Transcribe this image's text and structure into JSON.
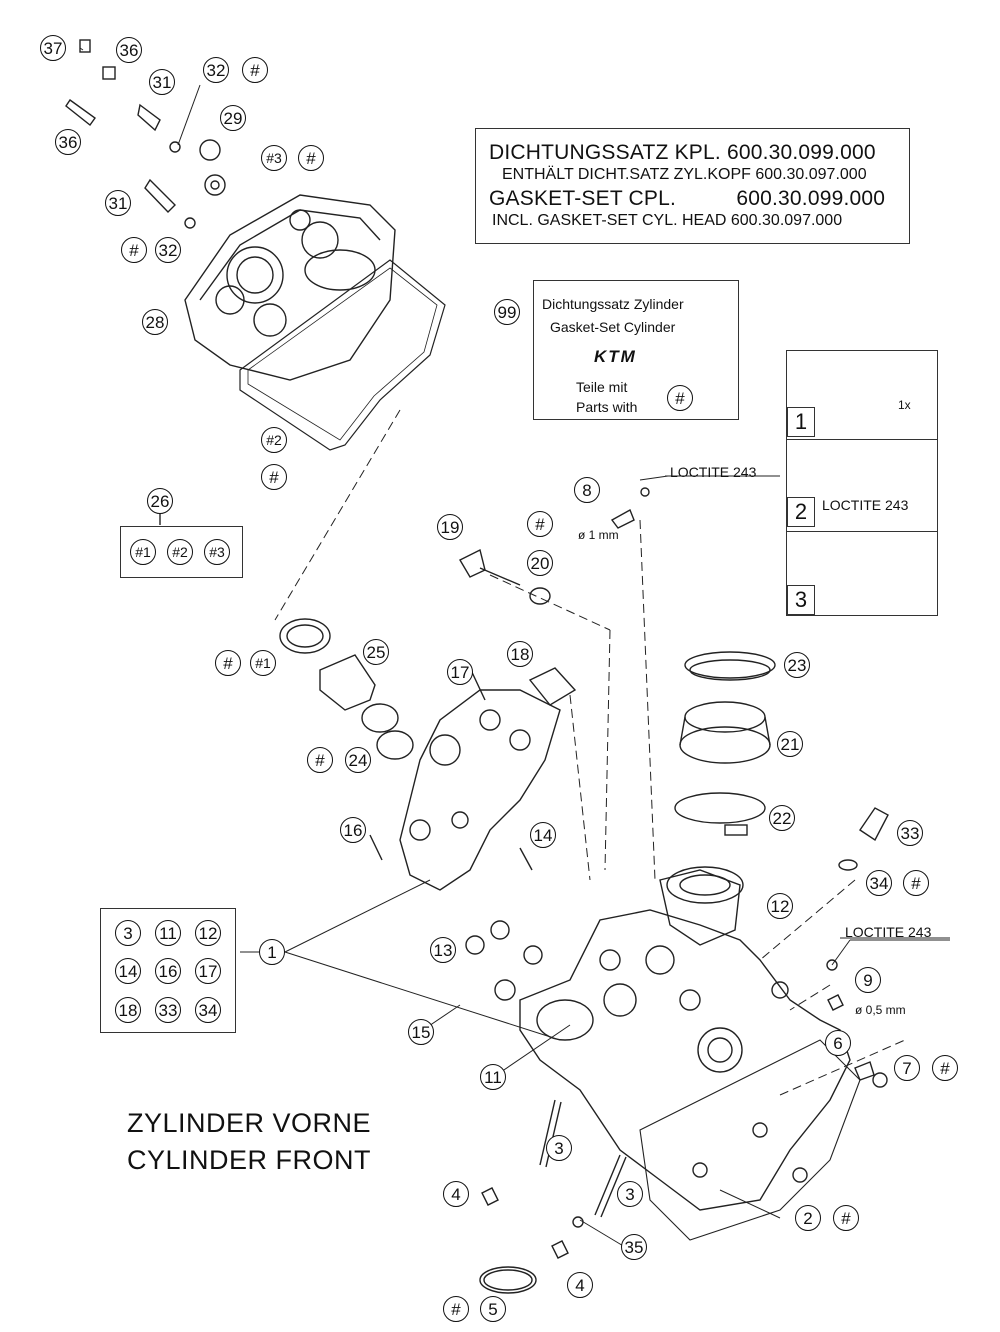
{
  "gasket_box": {
    "line1": "DICHTUNGSSATZ KPL. 600.30.099.000",
    "line2": "ENTHÄLT DICHT.SATZ ZYL.KOPF 600.30.097.000",
    "line3": "GASKET-SET CPL.          600.30.099.000",
    "line4": "INCL. GASKET-SET CYL. HEAD 600.30.097.000"
  },
  "set99_box": {
    "line1": "Dichtungssatz Zylinder",
    "line2": "Gasket-Set Cylinder",
    "logo": "KTM",
    "line3": "Teile mit",
    "line4": "Parts with"
  },
  "steps": {
    "step1": "1",
    "step1_note": "1x",
    "step2": "2",
    "step2_note": "LOCTITE 243",
    "step3": "3"
  },
  "notes": {
    "loctite_8": "LOCTITE 243",
    "dia_8": "ø 1 mm",
    "loctite_9": "LOCTITE 243",
    "dia_9": "ø 0,5 mm"
  },
  "title": {
    "line1": "ZYLINDER VORNE",
    "line2": "CYLINDER FRONT"
  },
  "callouts": {
    "c37": "37",
    "c36a": "36",
    "c36b": "36",
    "c31a": "31",
    "c32a": "32",
    "h32a": "#",
    "c29": "29",
    "c3a": "#3",
    "h3a": "#",
    "c31b": "31",
    "h32b": "#",
    "c32b": "32",
    "c28": "28",
    "c2a": "#2",
    "h2a": "#",
    "c26": "26",
    "s1": "#1",
    "s2": "#2",
    "s3": "#3",
    "c99": "99",
    "h99": "#",
    "c8": "8",
    "c19": "19",
    "h20": "#",
    "c20": "20",
    "h1": "#",
    "c1x": "#1",
    "c25": "25",
    "c17": "17",
    "c18": "18",
    "h24": "#",
    "c24": "24",
    "c23": "23",
    "c21": "21",
    "c22": "22",
    "c16": "16",
    "c14": "14",
    "c33": "33",
    "c34": "34",
    "h34": "#",
    "c12": "12",
    "c9": "9",
    "k3": "3",
    "k11": "11",
    "k12": "12",
    "k14": "14",
    "k16": "16",
    "k17": "17",
    "k18": "18",
    "k33": "33",
    "k34": "34",
    "c1": "1",
    "c13": "13",
    "c15": "15",
    "c11": "11",
    "c6": "6",
    "c7": "7",
    "h7": "#",
    "c3b": "3",
    "c3c": "3",
    "c4a": "4",
    "c4b": "4",
    "c2b": "2",
    "h2b": "#",
    "c35": "35",
    "h5": "#",
    "c5": "5"
  }
}
